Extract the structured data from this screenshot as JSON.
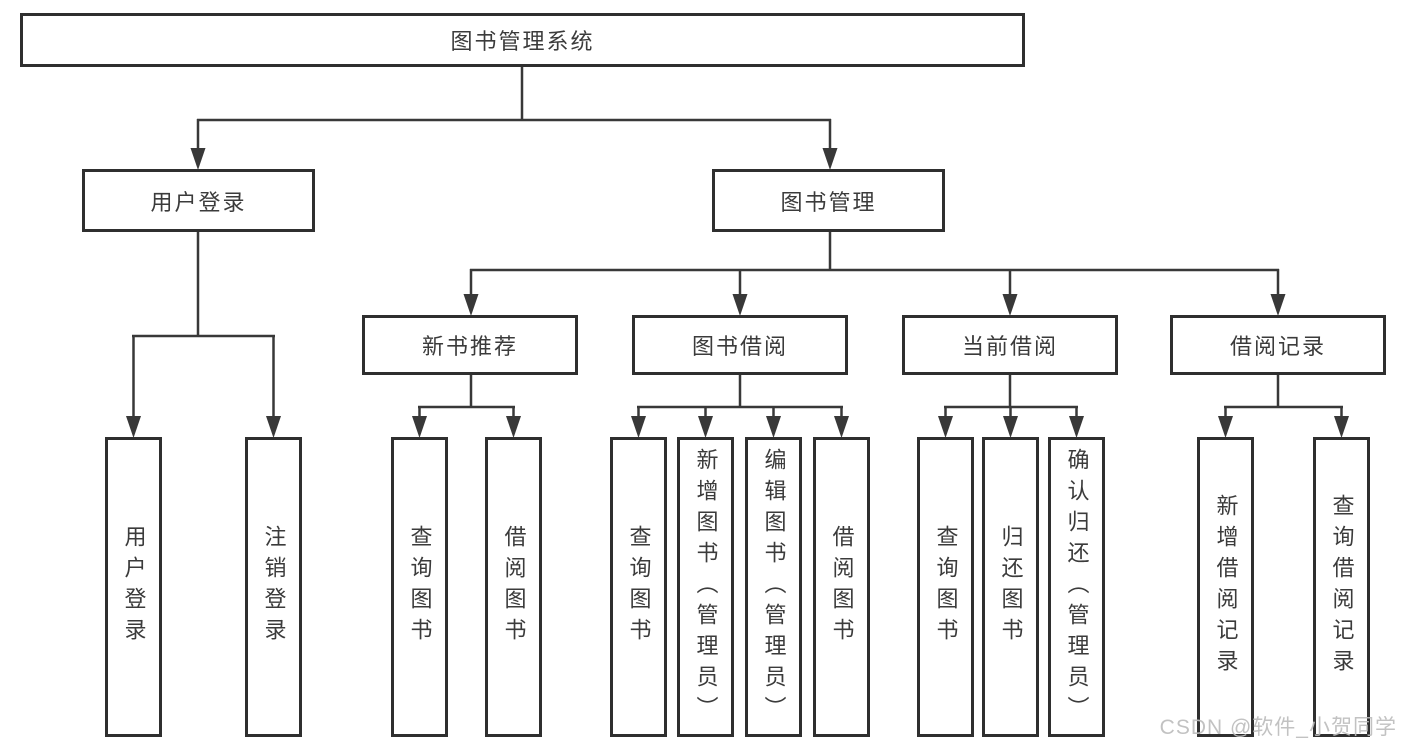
{
  "tree": {
    "root": {
      "label": "图书管理系统"
    },
    "branches": [
      {
        "label": "用户登录",
        "children": [
          {
            "label": "用户登录"
          },
          {
            "label": "注销登录"
          }
        ]
      },
      {
        "label": "图书管理",
        "children": [
          {
            "label": "新书推荐",
            "children": [
              {
                "label": "查询图书"
              },
              {
                "label": "借阅图书"
              }
            ]
          },
          {
            "label": "图书借阅",
            "children": [
              {
                "label": "查询图书"
              },
              {
                "label": "新增图书（管理员）"
              },
              {
                "label": "编辑图书（管理员）"
              },
              {
                "label": "借阅图书"
              }
            ]
          },
          {
            "label": "当前借阅",
            "children": [
              {
                "label": "查询图书"
              },
              {
                "label": "归还图书"
              },
              {
                "label": "确认归还（管理员）"
              }
            ]
          },
          {
            "label": "借阅记录",
            "children": [
              {
                "label": "新增借阅记录"
              },
              {
                "label": "查询借阅记录"
              }
            ]
          }
        ]
      }
    ]
  },
  "watermark": {
    "text": "CSDN @软件_小贺同学"
  },
  "colors": {
    "line": "#383838",
    "text": "#3b3b3b",
    "watermark": "#bdbdbd",
    "background": "#ffffff"
  }
}
